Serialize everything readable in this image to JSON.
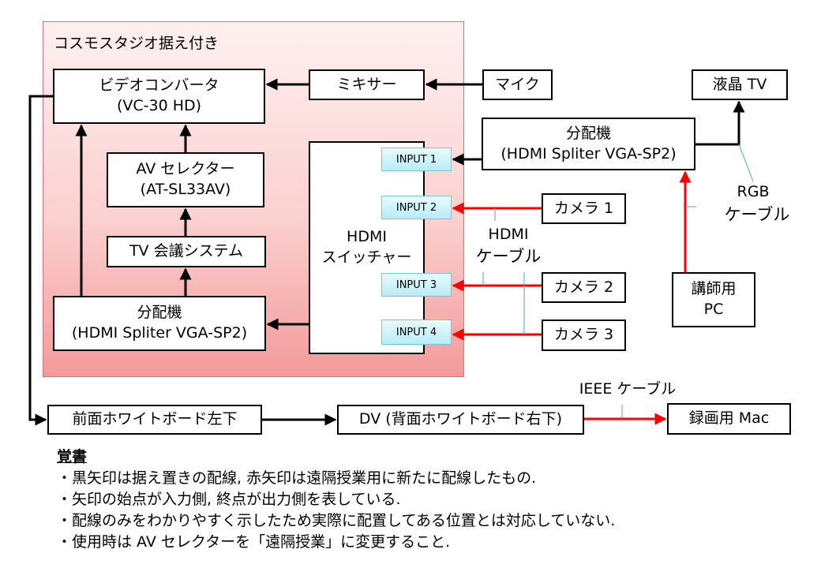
{
  "region": {
    "title": "コスモスタジオ据え付き"
  },
  "boxes": {
    "video_converter": {
      "line1": "ビデオコンバータ",
      "line2": "(VC-30 HD)"
    },
    "mixer": {
      "line1": "ミキサー"
    },
    "mic": {
      "line1": "マイク"
    },
    "lcd_tv": {
      "line1": "液晶 TV"
    },
    "splitter_right": {
      "line1": "分配機",
      "line2": "(HDMI Spliter VGA-SP2)"
    },
    "av_selector": {
      "line1": "AV セレクター",
      "line2": "(AT-SL33AV)"
    },
    "tv_conference": {
      "line1": "TV 会議システム"
    },
    "splitter_left": {
      "line1": "分配機",
      "line2": "(HDMI Spliter VGA-SP2)"
    },
    "hdmi_switcher": {
      "line1": "HDMI",
      "line2": "スイッチャー"
    },
    "camera1": {
      "line1": "カメラ 1"
    },
    "camera2": {
      "line1": "カメラ 2"
    },
    "camera3": {
      "line1": "カメラ 3"
    },
    "lecturer_pc": {
      "line1": "講師用",
      "line2": "PC"
    },
    "front_whiteboard": {
      "line1": "前面ホワイトボード左下"
    },
    "dv": {
      "line1": "DV (背面ホワイトボード右下)"
    },
    "recording_mac": {
      "line1": "録画用 Mac"
    }
  },
  "inputs": [
    "INPUT 1",
    "INPUT 2",
    "INPUT 3",
    "INPUT 4"
  ],
  "labels": {
    "rgb_cable_1": "RGB",
    "rgb_cable_2": "ケーブル",
    "hdmi_cable_1": "HDMI",
    "hdmi_cable_2": "ケーブル",
    "ieee_cable": "IEEE ケーブル"
  },
  "notes": {
    "heading": "覚書",
    "items": [
      "・黒矢印は据え置きの配線, 赤矢印は遠隔授業用に新たに配線したもの.",
      "・矢印の始点が入力側, 終点が出力側を表している.",
      "・配線のみをわかりやすく示したため実際に配置してある位置とは対応していない.",
      "・使用時は AV セレクターを「遠隔授業」に変更すること."
    ]
  },
  "colors": {
    "black_wire": "#000000",
    "red_wire": "#ff0000",
    "region_bg": "#f7b5b5",
    "input_bg": "#bfeef8"
  }
}
